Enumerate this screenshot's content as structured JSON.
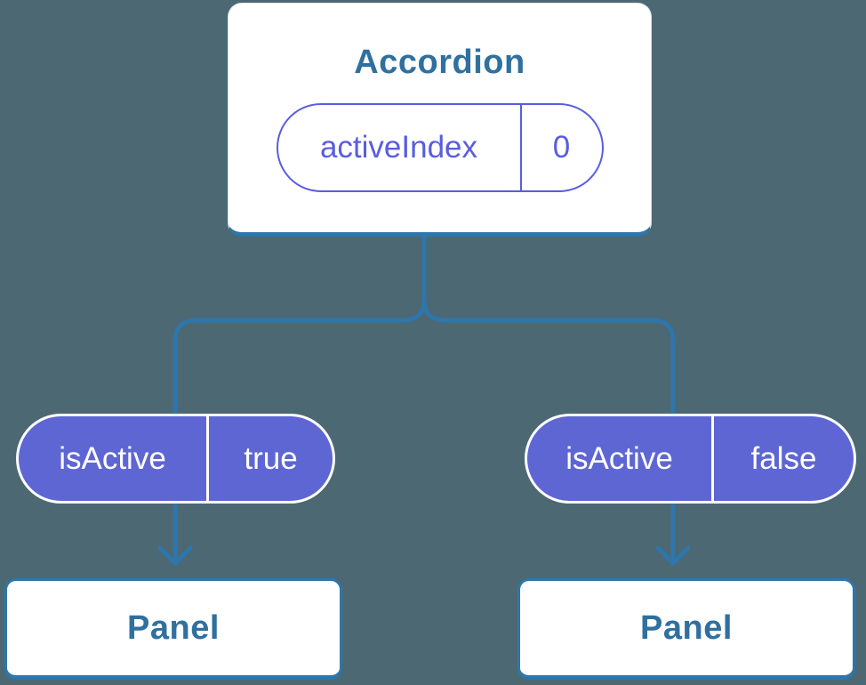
{
  "diagram": {
    "kind": "component-state-tree",
    "colors": {
      "background": "#4c6873",
      "connector_blue": "#2e76ab",
      "heading_blue": "#2f709f",
      "pill_fill_purple": "#5e66d4",
      "pill_outline_purple": "#5a5de0",
      "pill_text_white": "#ffffff"
    },
    "accordion": {
      "title": "Accordion",
      "state_pill": {
        "label": "activeIndex",
        "value": "0"
      }
    },
    "children": [
      {
        "prop_pill": {
          "label": "isActive",
          "value": "true"
        },
        "panel": {
          "title": "Panel"
        }
      },
      {
        "prop_pill": {
          "label": "isActive",
          "value": "false"
        },
        "panel": {
          "title": "Panel"
        }
      }
    ]
  }
}
